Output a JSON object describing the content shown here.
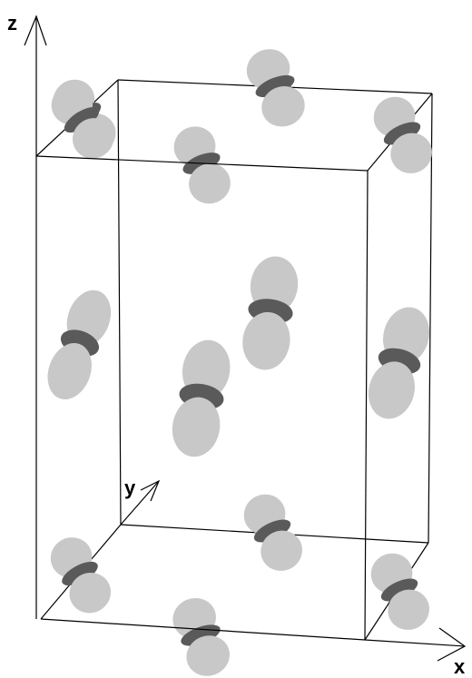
{
  "axes": {
    "x_label": "x",
    "y_label": "y",
    "z_label": "z"
  },
  "colors": {
    "lobe": "#c8c8c8",
    "ring": "#5a5a5a",
    "edge": "#000000"
  },
  "orbitals": [
    {
      "name": "orbital-corner-back-top-left"
    },
    {
      "name": "orbital-corner-front-top-left"
    },
    {
      "name": "orbital-face-top-center"
    },
    {
      "name": "orbital-corner-top-right"
    },
    {
      "name": "orbital-edge-top-front"
    },
    {
      "name": "orbital-face-left-center"
    },
    {
      "name": "orbital-body-center-lower"
    },
    {
      "name": "orbital-body-center-upper"
    },
    {
      "name": "orbital-face-right-center"
    },
    {
      "name": "orbital-corner-bottom-left"
    },
    {
      "name": "orbital-face-bottom-center"
    },
    {
      "name": "orbital-edge-bottom-front"
    },
    {
      "name": "orbital-corner-bottom-right"
    }
  ]
}
